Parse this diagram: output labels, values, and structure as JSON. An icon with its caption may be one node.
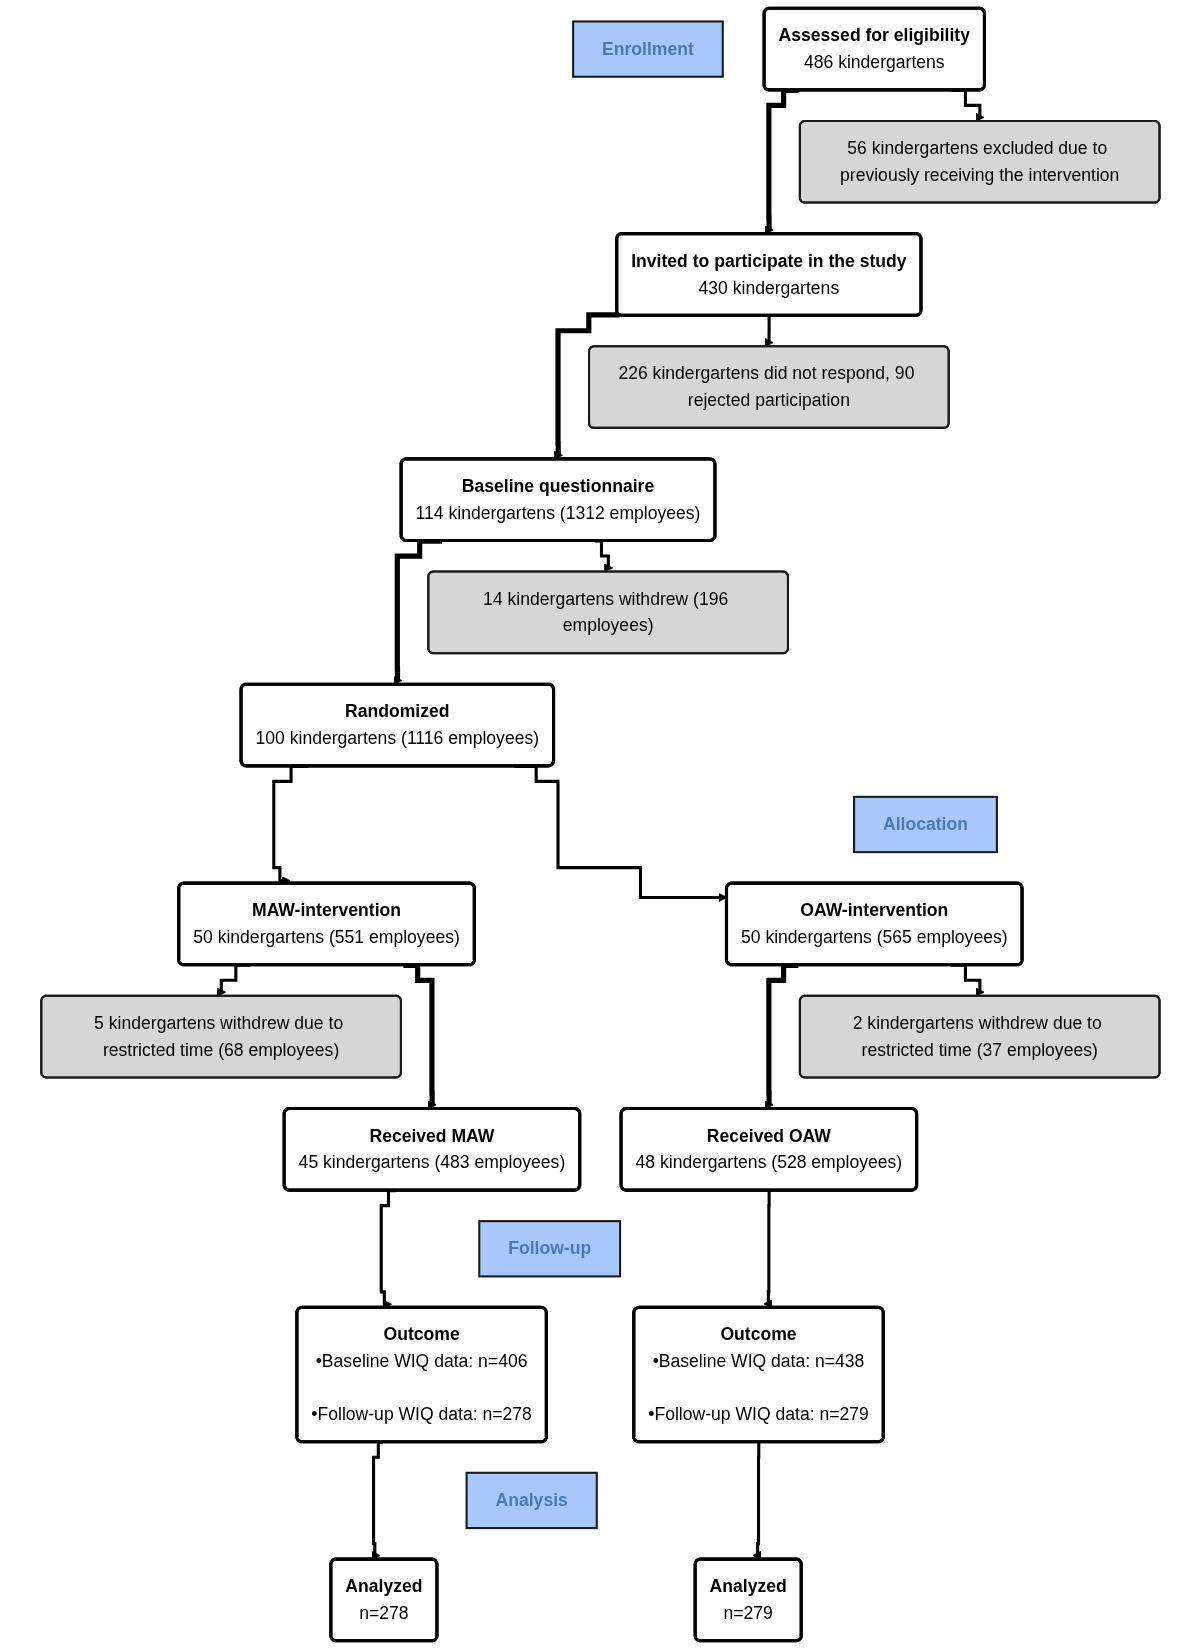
{
  "diagram": {
    "nodes": [
      {
        "text": [
          "Enrollment"
        ]
      },
      {
        "text": [
          "Assessed for eligibility",
          "486 kindergartens"
        ]
      },
      {
        "text": [
          "56 kindergartens excluded due to previously receiving the intervention"
        ]
      },
      {
        "text": [
          "Invited to participate in the study",
          "430 kindergartens"
        ]
      },
      {
        "text": [
          "226 kindergartens did not respond, 90 rejected participation"
        ]
      },
      {
        "text": [
          "Baseline questionnaire",
          "114 kindergartens (1312 employees)"
        ]
      },
      {
        "text": [
          "14 kindergartens withdrew (196 employees)"
        ]
      },
      {
        "text": [
          "Randomized",
          "100 kindergartens (1116 employees)"
        ]
      },
      {
        "text": [
          "Allocation"
        ]
      },
      {
        "text": [
          "MAW-intervention",
          "50 kindergartens (551 employees)"
        ]
      },
      {
        "text": [
          "OAW-intervention",
          "50 kindergartens (565 employees)"
        ]
      },
      {
        "text": [
          "5 kindergartens withdrew due to restricted time (68 employees)"
        ]
      },
      {
        "text": [
          "2 kindergartens withdrew due to restricted time (37 employees)"
        ]
      },
      {
        "text": [
          "Received MAW",
          "45 kindergartens (483 employees)"
        ]
      },
      {
        "text": [
          "Received OAW",
          "48 kindergartens (528 employees)"
        ]
      },
      {
        "text": [
          "Follow-up"
        ]
      },
      {
        "text": [
          "Outcome",
          "•Baseline WIQ data: n=406",
          "•Follow-up WIQ data: n=278"
        ]
      },
      {
        "text": [
          "Outcome",
          "•Baseline WIQ data: n=438",
          "•Follow-up WIQ data: n=279"
        ]
      },
      {
        "text": [
          "Analysis"
        ]
      },
      {
        "text": [
          "Analyzed",
          "n=278"
        ]
      },
      {
        "text": [
          "Analyzed",
          "n=279"
        ]
      }
    ],
    "edges": [
      {
        "from": 1,
        "to": 3,
        "arrow": "to"
      },
      {
        "from": 1,
        "to": 2,
        "arrow": "to"
      },
      {
        "from": 3,
        "to": 5,
        "arrow": "to"
      },
      {
        "from": 3,
        "to": 4,
        "arrow": "to"
      },
      {
        "from": 5,
        "to": 7,
        "arrow": "to"
      },
      {
        "from": 5,
        "to": 6,
        "arrow": "to"
      },
      {
        "from": 7,
        "to": 9,
        "arrow": "to"
      },
      {
        "from": 7,
        "to": 10,
        "arrow": "to"
      },
      {
        "from": 9,
        "to": 11,
        "arrow": "to"
      },
      {
        "from": 9,
        "to": 13,
        "arrow": "to"
      },
      {
        "from": 10,
        "to": 14,
        "arrow": "to"
      },
      {
        "from": 10,
        "to": 12,
        "arrow": "to"
      },
      {
        "from": 13,
        "to": 16,
        "arrow": "to"
      },
      {
        "from": 14,
        "to": 17,
        "arrow": "to"
      },
      {
        "from": 16,
        "to": 19,
        "arrow": "to"
      },
      {
        "from": 17,
        "to": 20,
        "arrow": "to"
      }
    ]
  }
}
